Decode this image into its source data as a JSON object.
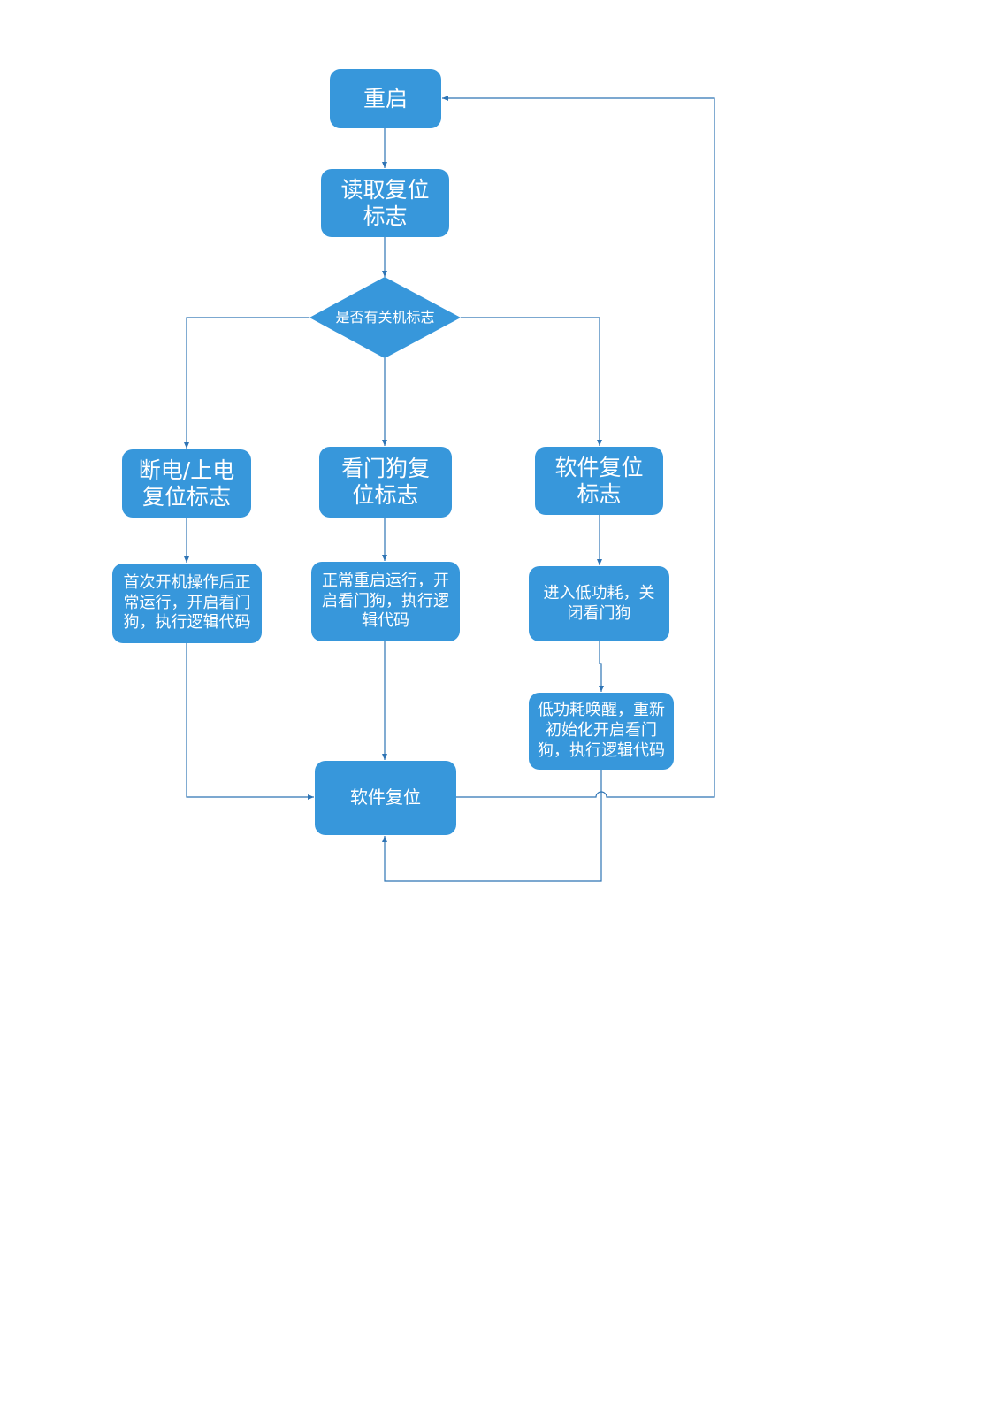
{
  "nodes": {
    "restart": "重启",
    "read_flag": "读取复位标志",
    "decision": "是否有关机标志",
    "power_flag": "断电/上电复位标志",
    "wdt_flag": "看门狗复位标志",
    "soft_flag": "软件复位标志",
    "first_boot": "首次开机操作后正常运行，开启看门狗，执行逻辑代码",
    "normal_restart": "正常重启运行，开启看门狗，执行逻辑代码",
    "low_power": "进入低功耗，关闭看门狗",
    "wake": "低功耗唤醒，重新初始化开启看门狗，执行逻辑代码",
    "soft_reset": "软件复位"
  },
  "colors": {
    "box": "#3797db",
    "line": "#2e74b5"
  }
}
